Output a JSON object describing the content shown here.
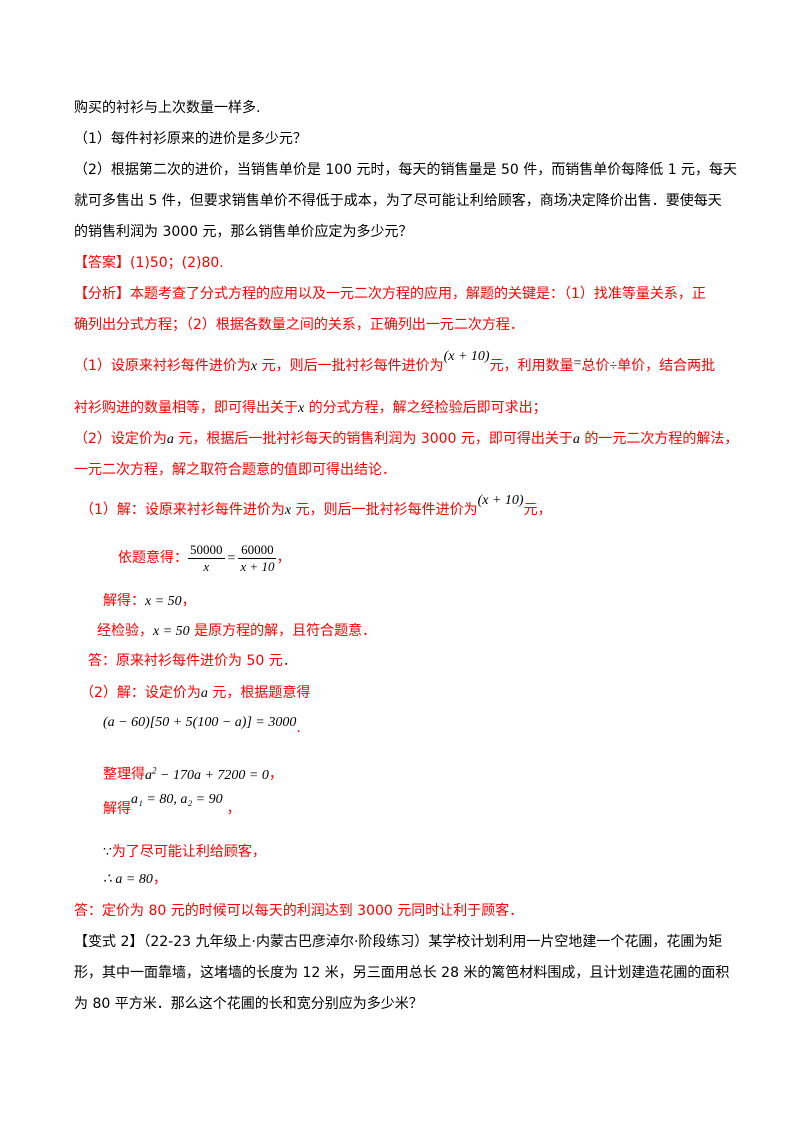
{
  "lines": {
    "l1": "购买的衬衫与上次数量一样多.",
    "l2": "（1）每件衬衫原来的进价是多少元？",
    "l3": "（2）根据第二次的进价，当销售单价是 100 元时，每天的销售量是 50 件，而销售单价每降低 1 元，每天",
    "l4": "就可多售出 5 件，但要求销售单价不得低于成本，为了尽可能让利给顾客，商场决定降价出售．要使每天",
    "l5": "的销售利润为 3000 元，那么销售单价应定为多少元？",
    "answer": "【答案】(1)50；(2)80.",
    "analysis1": "【分析】本题考查了分式方程的应用以及一元二次方程的应用，解题的关键是：（1）找准等量关系，正",
    "analysis2": "确列出分式方程；（2）根据各数量之间的关系，正确列出一元二次方程．",
    "a3_pre": "（1）设原来衬衫每件进价为",
    "a3_var": "x",
    "a3_mid": " 元，则后一批衬衫每件进价为",
    "a3_expr": "(x + 10)",
    "a3_post1": "元，利用数量",
    "a3_eq": "=",
    "a3_post2": "总价",
    "a3_div": "÷",
    "a3_post3": "单价，结合两批",
    "a4_pre": "衬衫购进的数量相等，即可得出关于",
    "a4_var": "x",
    "a4_post": " 的分式方程，解之经检验后即可求出；",
    "a5_pre": "（2）设定价为",
    "a5_var": "a",
    "a5_mid": " 元，根据后一批衬衫每天的销售利润为 3000 元，即可得出关于",
    "a5_var2": "a",
    "a5_post": " 的一元二次方程的解法，",
    "a6": "一元二次方程，解之取符合题意的值即可得出结论．",
    "s1_pre": "（1）解：设原来衬衫每件进价为",
    "s1_var": "x",
    "s1_mid": " 元，则后一批衬衫每件进价为",
    "s1_expr": "(x + 10)",
    "s1_post": "元，",
    "s2_pre": "依题意得：",
    "s2_n1": "50000",
    "s2_d1": "x",
    "s2_eq": "=",
    "s2_n2": "60000",
    "s2_d2": "x + 10",
    "s2_post": "，",
    "s3_pre": "解得：",
    "s3_math": "x = 50",
    "s3_post": "，",
    "s4_pre": "经检验，",
    "s4_math": "x = 50",
    "s4_post": " 是原方程的解，且符合题意．",
    "s5": "答：原来衬衫每件进价为 50 元．",
    "s6_pre": "（2）解：设定价为",
    "s6_var": "a",
    "s6_post": " 元，根据题意得",
    "s7_math": "(a − 60)[50 + 5(100 − a)] = 3000",
    "s7_post": ".",
    "s8_pre": "整理得",
    "s8_math_a": "a",
    "s8_math_sup": "2",
    "s8_math_rest": " − 170a + 7200 = 0",
    "s8_post": "，",
    "s9_pre": "解得",
    "s9_math": "a₁ = 80, a₂ = 90",
    "s9_post": "，",
    "s10_sym": "∵",
    "s10_text": "为了尽可能让利给顾客，",
    "s11_math": "∴ a = 80",
    "s11_post": "，",
    "s12": "答：定价为 80 元的时候可以每天的利润达到 3000 元同时让利于顾客．",
    "v1": "【变式 2】（22-23 九年级上·内蒙古巴彦淖尔·阶段练习）某学校计划利用一片空地建一个花圃，花圃为矩",
    "v2": "形，其中一面靠墙，这堵墙的长度为 12 米，另三面用总长 28 米的篱笆材料围成，且计划建造花圃的面积",
    "v3": "为 80 平方米．那么这个花圃的长和宽分别应为多少米？"
  },
  "colors": {
    "text": "#000000",
    "highlight": "#ff0000"
  }
}
